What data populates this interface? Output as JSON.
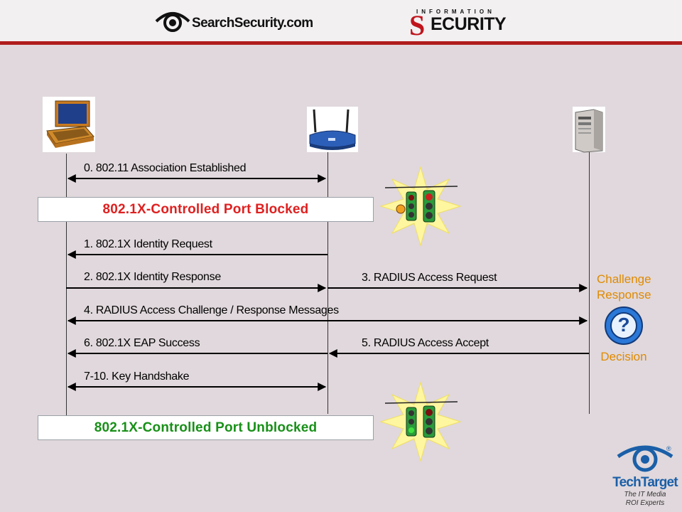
{
  "header": {
    "logo_left": "SearchSecurity.com",
    "logo_right_top": "INFORMATION",
    "logo_right_main": "ECURITY",
    "logo_right_initial": "S"
  },
  "diagram": {
    "messages": [
      "0. 802.11 Association Established",
      "1. 802.1X Identity Request",
      "2. 802.1X Identity Response",
      "3. RADIUS Access Request",
      "4. RADIUS Access Challenge / Response Messages",
      "5. RADIUS Access Accept",
      "6. 802.1X EAP Success",
      "7-10. Key Handshake"
    ],
    "port_blocked": "802.1X-Controlled Port Blocked",
    "port_unblocked": "802.1X-Controlled Port Unblocked",
    "server_label_challenge": "Challenge",
    "server_label_response": "Response",
    "server_label_decision": "Decision",
    "question_mark": "?"
  },
  "footer": {
    "brand": "TechTarget",
    "tagline_1": "The IT Media",
    "tagline_2": "ROI Experts",
    "registered": "®"
  },
  "colors": {
    "header_bar": "#b01c1c",
    "blocked_text": "#e02020",
    "unblocked_text": "#189018",
    "server_labels": "#e08a00",
    "techtarget_blue": "#1a5fa8"
  }
}
